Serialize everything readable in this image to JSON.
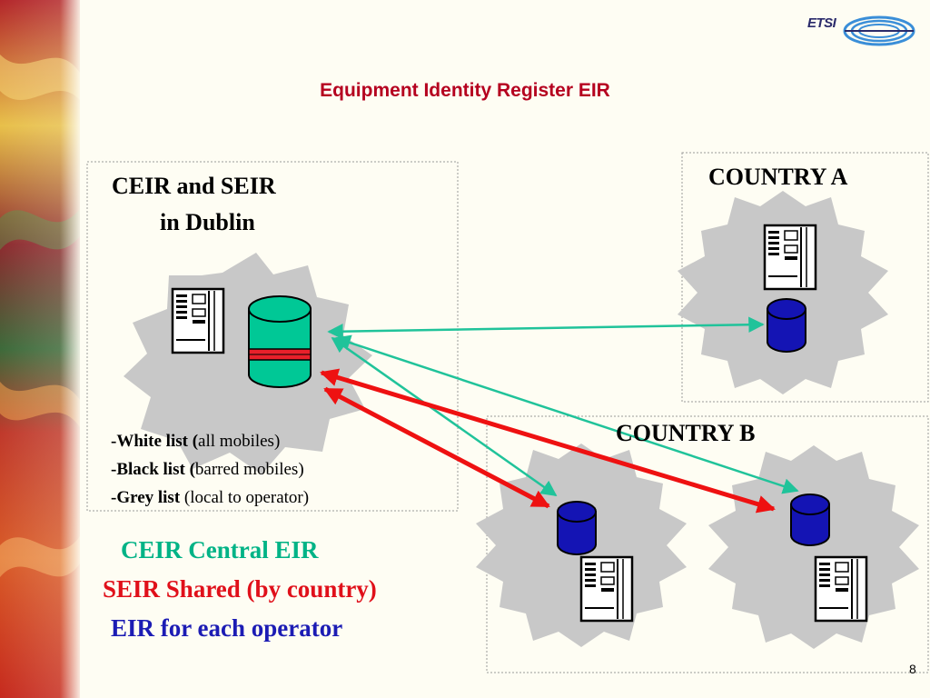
{
  "slide": {
    "title": "Equipment Identity Register EIR",
    "logo": "ETSI",
    "page_number": "8"
  },
  "dublin": {
    "heading_line1": "CEIR and SEIR",
    "heading_line2": "in Dublin",
    "lists": [
      {
        "prefix": "-White list ",
        "paren": "(",
        "detail": "all mobiles)"
      },
      {
        "prefix": "-Black list ",
        "paren": "(",
        "detail": "barred mobiles)"
      },
      {
        "prefix": "-Grey list ",
        "paren": "",
        "detail": "(local to operator)"
      }
    ]
  },
  "country_a": {
    "label": "COUNTRY A"
  },
  "country_b": {
    "label": "COUNTRY B"
  },
  "legend": {
    "ceir": "CEIR Central EIR",
    "seir": "SEIR Shared (by country)",
    "eir": "EIR for each operator"
  },
  "colors": {
    "title": "#b5001f",
    "ceir": "#00b386",
    "seir": "#e0101a",
    "eir": "#1c1cb4",
    "starburst": "#c8c8c8",
    "teal_db": "#00c896",
    "blue_db": "#1414b4",
    "red_arrow": "#ee1111",
    "teal_arrow": "#20c39a"
  },
  "icons": {
    "server": "server-tower-icon",
    "database": "database-cylinder-icon",
    "logo": "etsi-globe-icon"
  }
}
